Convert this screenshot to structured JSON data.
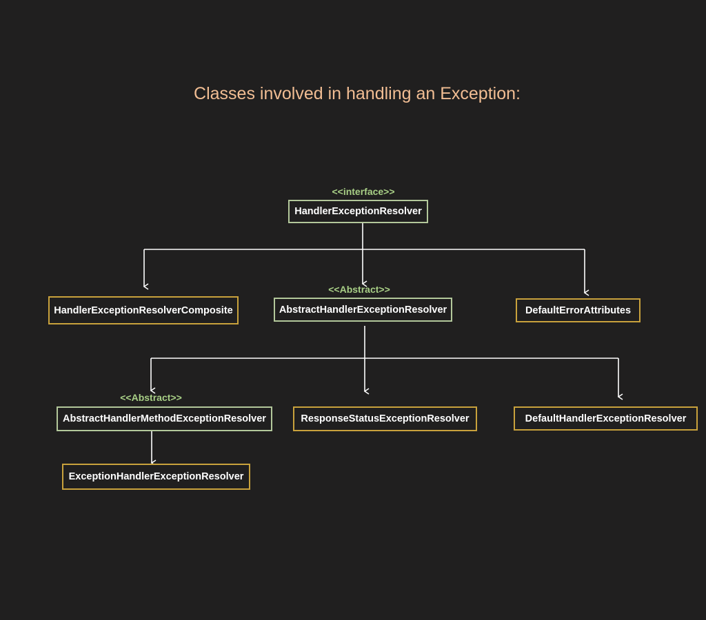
{
  "title": "Classes involved in handling an Exception:",
  "stereotypes": {
    "interface": "<<interface>>",
    "abstract": "<<Abstract>>"
  },
  "classes": {
    "handler_exception_resolver": "HandlerExceptionResolver",
    "composite": "HandlerExceptionResolverComposite",
    "abstract_her": "AbstractHandlerExceptionResolver",
    "default_error_attributes": "DefaultErrorAttributes",
    "abstract_hmer": "AbstractHandlerMethodExceptionResolver",
    "response_status": "ResponseStatusExceptionResolver",
    "default_her": "DefaultHandlerExceptionResolver",
    "exception_handler": "ExceptionHandlerExceptionResolver"
  },
  "colors": {
    "background": "#201f1f",
    "title": "#f1bd93",
    "abstract_border": "#b3c89b",
    "concrete_border": "#c9a23c",
    "stereotype": "#a8cf86"
  }
}
